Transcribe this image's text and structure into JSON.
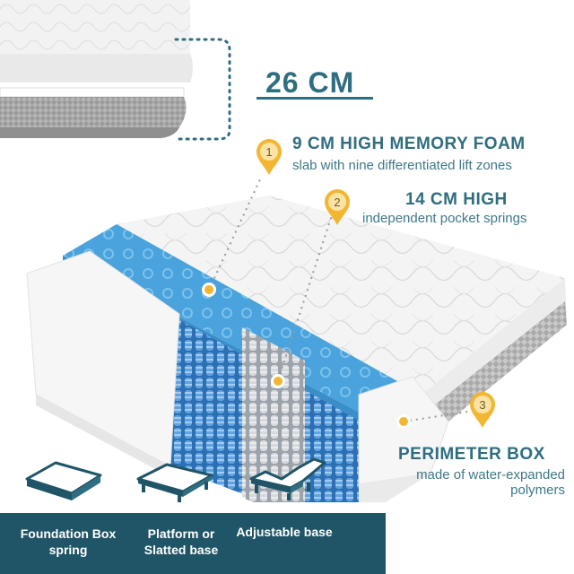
{
  "height": {
    "label": "26 CM"
  },
  "features": [
    {
      "number": "1",
      "title": "9 CM HIGH MEMORY FOAM",
      "subtitle": "slab with nine differentiated lift zones"
    },
    {
      "number": "2",
      "title": "14 CM HIGH",
      "subtitle": "independent pocket springs"
    },
    {
      "number": "3",
      "title": "PERIMETER BOX",
      "subtitle": "made of water-expanded polymers"
    }
  ],
  "bases": [
    {
      "icon": "box-spring-base-icon",
      "label": "Foundation Box spring"
    },
    {
      "icon": "slatted-base-icon",
      "label": "Platform or Slatted base"
    },
    {
      "icon": "adjustable-base-icon",
      "label": "Adjustable base"
    }
  ],
  "colors": {
    "accent": "#2f6e80",
    "bar": "#1f5566",
    "marker": "#f2b632",
    "foam": "#4aa3dc"
  }
}
